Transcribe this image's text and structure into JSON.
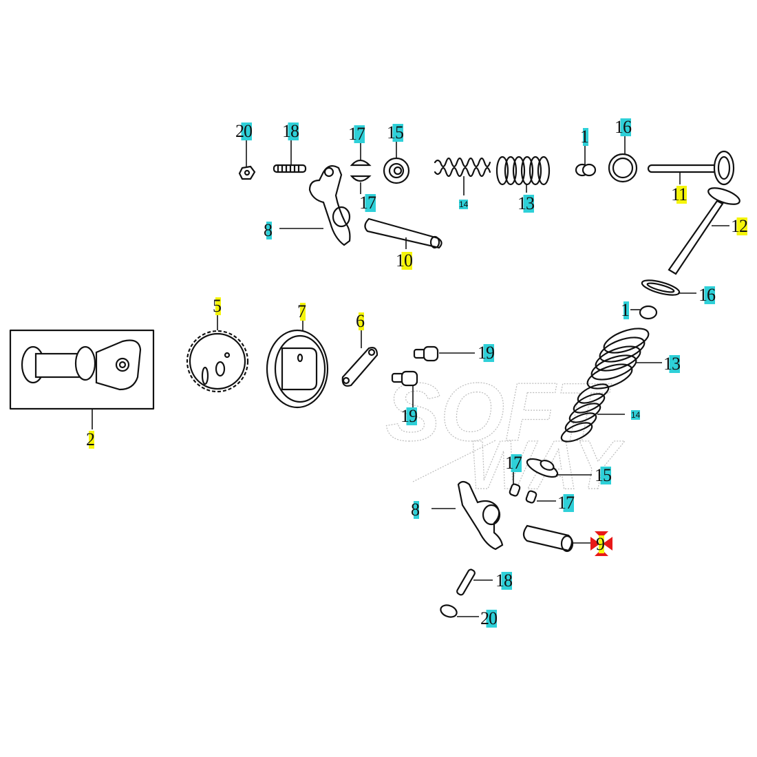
{
  "diagram": {
    "title": "Camshaft and valve train exploded view",
    "watermark": "SOFTWAY",
    "highlight_colors": {
      "cyan": "#2ed0d8",
      "yellow": "#f5f50a",
      "selected_marker": "#e81818"
    },
    "callouts": [
      {
        "id": "c20a",
        "label": "20",
        "highlight": "cyan",
        "part": "nut"
      },
      {
        "id": "c18a",
        "label": "18",
        "highlight": "cyan",
        "part": "adjuster screw"
      },
      {
        "id": "c17a",
        "label": "17",
        "highlight": "cyan",
        "part": "valve cotter (upper)"
      },
      {
        "id": "c17b",
        "label": "17",
        "highlight": "cyan",
        "part": "valve cotter (lower)"
      },
      {
        "id": "c15a",
        "label": "15",
        "highlight": "cyan",
        "part": "spring retainer"
      },
      {
        "id": "c14a",
        "label": "14",
        "highlight": "cyan",
        "part": "inner valve spring"
      },
      {
        "id": "c13a",
        "label": "13",
        "highlight": "cyan",
        "part": "outer valve spring"
      },
      {
        "id": "c1a",
        "label": "1",
        "highlight": "cyan",
        "part": "valve stem seal"
      },
      {
        "id": "c16a",
        "label": "16",
        "highlight": "cyan",
        "part": "spring seat washer"
      },
      {
        "id": "c11",
        "label": "11",
        "highlight": "yellow",
        "part": "intake valve"
      },
      {
        "id": "c12",
        "label": "12",
        "highlight": "yellow",
        "part": "exhaust valve"
      },
      {
        "id": "c8a",
        "label": "8",
        "highlight": "cyan",
        "part": "rocker arm"
      },
      {
        "id": "c10",
        "label": "10",
        "highlight": "yellow",
        "part": "rocker arm shaft"
      },
      {
        "id": "c16b",
        "label": "16",
        "highlight": "cyan",
        "part": "spring seat washer"
      },
      {
        "id": "c1b",
        "label": "1",
        "highlight": "cyan",
        "part": "valve stem seal"
      },
      {
        "id": "c5",
        "label": "5",
        "highlight": "yellow",
        "part": "cam sprocket"
      },
      {
        "id": "c7",
        "label": "7",
        "highlight": "yellow",
        "part": "decompressor weight"
      },
      {
        "id": "c6",
        "label": "6",
        "highlight": "yellow",
        "part": "sprocket plate"
      },
      {
        "id": "c19a",
        "label": "19",
        "highlight": "cyan",
        "part": "bolt"
      },
      {
        "id": "c13b",
        "label": "13",
        "highlight": "cyan",
        "part": "outer valve spring"
      },
      {
        "id": "c19b",
        "label": "19",
        "highlight": "cyan",
        "part": "bolt"
      },
      {
        "id": "c2",
        "label": "2",
        "highlight": "yellow",
        "part": "camshaft assembly"
      },
      {
        "id": "c14b",
        "label": "14",
        "highlight": "cyan",
        "part": "inner valve spring"
      },
      {
        "id": "c17c",
        "label": "17",
        "highlight": "cyan",
        "part": "valve cotter"
      },
      {
        "id": "c15b",
        "label": "15",
        "highlight": "cyan",
        "part": "spring retainer"
      },
      {
        "id": "c17d",
        "label": "17",
        "highlight": "cyan",
        "part": "valve cotter"
      },
      {
        "id": "c8b",
        "label": "8",
        "highlight": "cyan",
        "part": "rocker arm"
      },
      {
        "id": "c9",
        "label": "9",
        "highlight": "yellow",
        "part": "rocker arm shaft",
        "selected": true
      },
      {
        "id": "c18b",
        "label": "18",
        "highlight": "cyan",
        "part": "adjuster screw"
      },
      {
        "id": "c20b",
        "label": "20",
        "highlight": "cyan",
        "part": "nut"
      }
    ]
  }
}
